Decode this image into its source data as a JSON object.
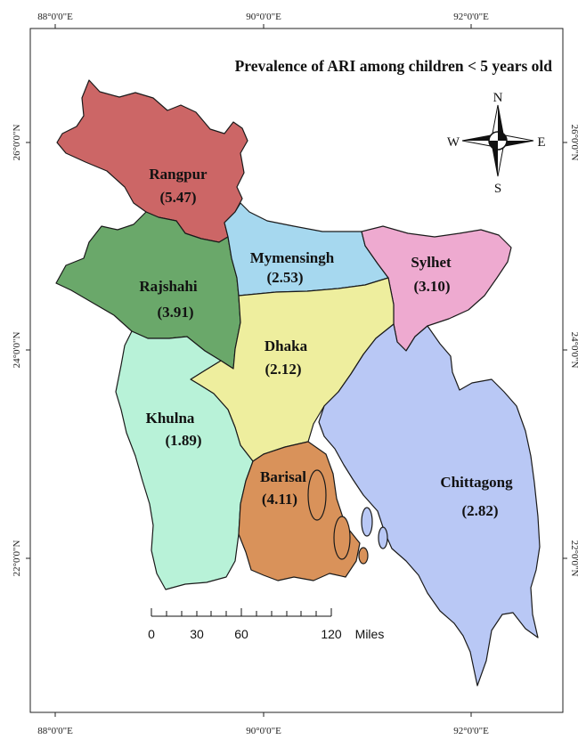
{
  "map": {
    "title": "Prevalence of ARI among children < 5 years old",
    "top_longitudes": [
      "88°0'0\"E",
      "90°0'0\"E",
      "92°0'0\"E"
    ],
    "bottom_longitudes": [
      "88°0'0\"E",
      "90°0'0\"E",
      "92°0'0\"E"
    ],
    "left_latitudes": [
      "26°0'0\"N",
      "24°0'0\"N",
      "22°0'0\"N"
    ],
    "right_latitudes": [
      "26°0'0\"N",
      "24°0'0\"N",
      "22°0'0\"N"
    ],
    "regions": [
      {
        "name": "Rangpur",
        "value": "(5.47)",
        "color": "#cc6666"
      },
      {
        "name": "Rajshahi",
        "value": "(3.91)",
        "color": "#6aa86a"
      },
      {
        "name": "Mymensingh",
        "value": "(2.53)",
        "color": "#a6d8ef"
      },
      {
        "name": "Sylhet",
        "value": "(3.10)",
        "color": "#eeaad0"
      },
      {
        "name": "Dhaka",
        "value": "(2.12)",
        "color": "#eeee9e"
      },
      {
        "name": "Khulna",
        "value": "(1.89)",
        "color": "#b8f2d8"
      },
      {
        "name": "Barisal",
        "value": "(4.11)",
        "color": "#d9925a",
        "label_color": "#f5e65a"
      },
      {
        "name": "Chittagong",
        "value": "(2.82)",
        "color": "#b9c8f5"
      }
    ],
    "compass": {
      "north": "N",
      "south": "S",
      "east": "E",
      "west": "W"
    },
    "scale_bar": {
      "ticks": [
        "0",
        "30",
        "60",
        "120"
      ],
      "unit": "Miles"
    }
  }
}
